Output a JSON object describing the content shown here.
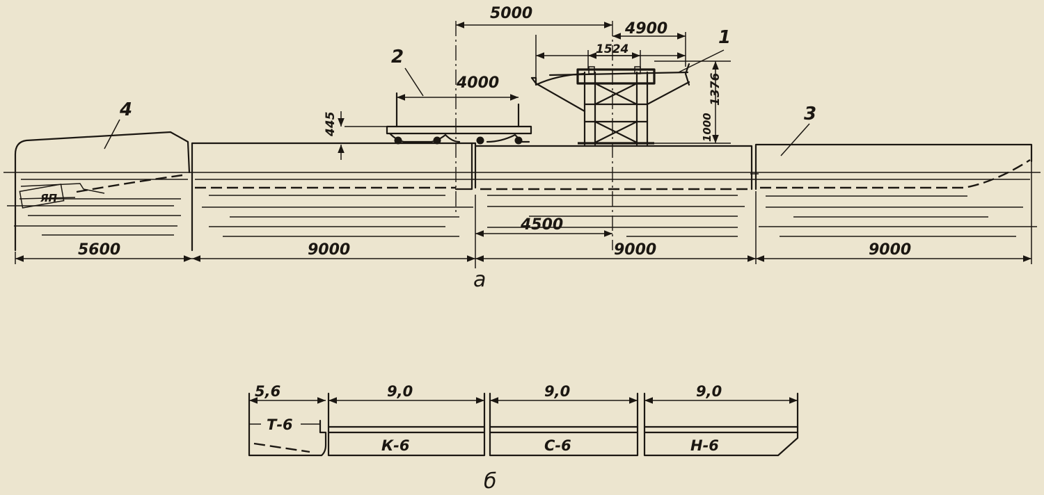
{
  "view_a": {
    "caption": "а",
    "callouts": {
      "c1": "1",
      "c2": "2",
      "c3": "3",
      "c4": "4"
    },
    "dimensions": {
      "top_5000": "5000",
      "top_4900": "4900",
      "gauge_1524": "1524",
      "h_1376": "1376",
      "h_1000": "1000",
      "platform_4000": "4000",
      "platform_445": "445",
      "mid_4500": "4500",
      "bottom": [
        "5600",
        "9000",
        "9000",
        "9000"
      ]
    }
  },
  "view_b": {
    "caption": "б",
    "section_lengths": [
      "5,6",
      "9,0",
      "9,0",
      "9,0"
    ],
    "section_labels": [
      "Т-6",
      "К-6",
      "С-6",
      "Н-6"
    ]
  }
}
